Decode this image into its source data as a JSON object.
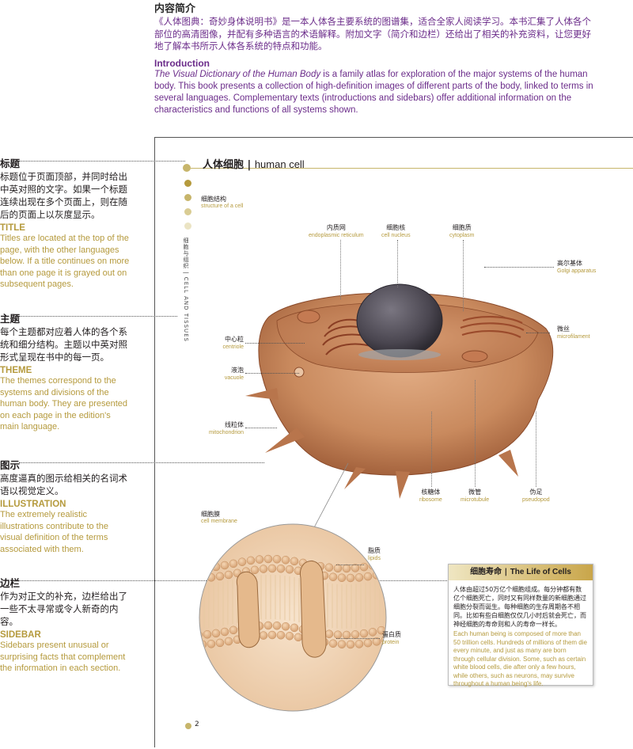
{
  "intro": {
    "zh_title": "内容简介",
    "zh_text": "《人体图典：奇妙身体说明书》是一本人体各主要系统的图谱集，适合全家人阅读学习。本书汇集了人体各个部位的高清图像，并配有多种语言的术语解释。附加文字（简介和边栏）还给出了相关的补充资料，让您更好地了解本书所示人体各系统的特点和功能。",
    "en_title": "Introduction",
    "en_book_title": "The Visual Dictionary of the Human Body",
    "en_text": " is a family atlas for exploration of the major systems of the human body. This book presents a collection of high-definition images of different parts of the body, linked to terms in several languages. Complementary texts (introductions and sidebars) offer additional information on the characteristics and functions of all systems shown."
  },
  "notes": [
    {
      "zh_title": "标题",
      "zh_text": "标题位于页面顶部，并同时给出中英对照的文字。如果一个标题连续出现在多个页面上，则在随后的页面上以灰度显示。",
      "en_title": "TITLE",
      "en_text": "Titles are located at the top of the page, with the other languages below. If a title continues on more than one page it is grayed out on subsequent pages."
    },
    {
      "zh_title": "主题",
      "zh_text": "每个主题都对应着人体的各个系统和细分结构。主题以中英对照形式呈现在书中的每一页。",
      "en_title": "THEME",
      "en_text": "The themes correspond to the systems and divisions of the human body. They are presented on each page in the edition's main language."
    },
    {
      "zh_title": "图示",
      "zh_text": "高度逼真的图示给相关的名词术语以视觉定义。",
      "en_title": "ILLUSTRATION",
      "en_text": "The extremely realistic illustrations contribute to the visual definition of the terms associated with them."
    },
    {
      "zh_title": "边栏",
      "zh_text": "作为对正文的补充，边栏给出了一些不太寻常或令人新奇的内容。",
      "en_title": "SIDEBAR",
      "en_text": "Sidebars present unusual or surprising facts that complement the information in each section."
    }
  ],
  "page": {
    "title_zh": "人体细胞",
    "title_sep": " | ",
    "title_en": "human cell",
    "vertical_label": "细胞与组织 | CELL AND TISSUES",
    "section_zh": "细胞结构",
    "section_en": "structure of a cell",
    "side_dot_colors": [
      "#b59a3d",
      "#c7b56b",
      "#d9cc93",
      "#ebe4c4"
    ],
    "page_number": "2",
    "membrane_zh": "细胞膜",
    "membrane_en": "cell membrane"
  },
  "labels": {
    "er": {
      "zh": "内质网",
      "en": "endoplasmic reticulum"
    },
    "nucleus": {
      "zh": "细胞核",
      "en": "cell nucleus"
    },
    "cytoplasm": {
      "zh": "细胞质",
      "en": "cytoplasm"
    },
    "golgi": {
      "zh": "高尔基体",
      "en": "Golgi apparatus"
    },
    "centriole": {
      "zh": "中心粒",
      "en": "centriole"
    },
    "microfilament": {
      "zh": "微丝",
      "en": "microfilament"
    },
    "vacuole": {
      "zh": "液泡",
      "en": "vacuole"
    },
    "mitochondrion": {
      "zh": "线粒体",
      "en": "mitochondrion"
    },
    "ribosome": {
      "zh": "核糖体",
      "en": "ribosome"
    },
    "microtubule": {
      "zh": "微管",
      "en": "microtubule"
    },
    "pseudopod": {
      "zh": "伪足",
      "en": "pseudopod"
    },
    "lipids": {
      "zh": "脂质",
      "en": "lipids"
    },
    "protein": {
      "zh": "蛋白质",
      "en": "protein"
    }
  },
  "sidebar": {
    "title_zh": "细胞寿命",
    "title_sep": " | ",
    "title_en": "The Life of Cells",
    "zh_text": "人体由超过50万亿个细胞组成。每分钟都有数亿个细胞死亡，同时又有同样数量的新细胞通过细胞分裂而诞生。每种细胞的生存周期各不相同。比如有些白细胞仅仅几小时后就会死亡，而神经细胞的寿命则和人的寿命一样长。",
    "en_text": "Each human being is composed of more than 50 trillion cells. Hundreds of millions of them die every minute, and just as many are born through cellular division. Some, such as certain white blood cells, die after only a few hours, while others, such as neurons, may survive throughout a human being's life."
  },
  "colors": {
    "accent_gold": "#b59a3d",
    "accent_purple": "#6b2c8a",
    "cell_body": "#c98a5e",
    "nucleus": "#4a4650"
  }
}
